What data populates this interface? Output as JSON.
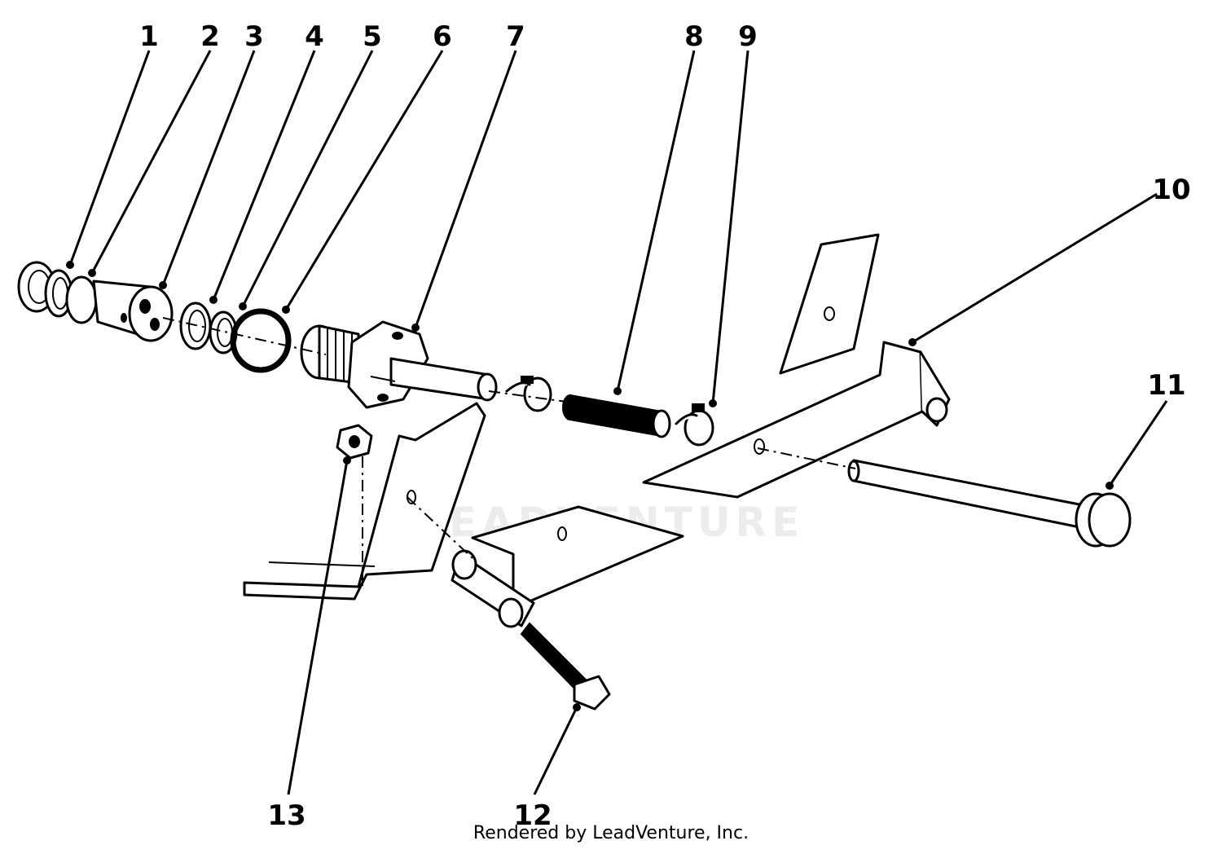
{
  "diagram": {
    "callouts": [
      {
        "id": "1",
        "label": "1"
      },
      {
        "id": "2",
        "label": "2"
      },
      {
        "id": "3",
        "label": "3"
      },
      {
        "id": "4",
        "label": "4"
      },
      {
        "id": "5",
        "label": "5"
      },
      {
        "id": "6",
        "label": "6"
      },
      {
        "id": "7",
        "label": "7"
      },
      {
        "id": "8",
        "label": "8"
      },
      {
        "id": "9",
        "label": "9"
      },
      {
        "id": "10",
        "label": "10"
      },
      {
        "id": "11",
        "label": "11"
      },
      {
        "id": "12",
        "label": "12"
      },
      {
        "id": "13",
        "label": "13"
      }
    ]
  },
  "watermark": "LEADVENTURE",
  "footer": {
    "credit": "Rendered by LeadVenture, Inc."
  }
}
